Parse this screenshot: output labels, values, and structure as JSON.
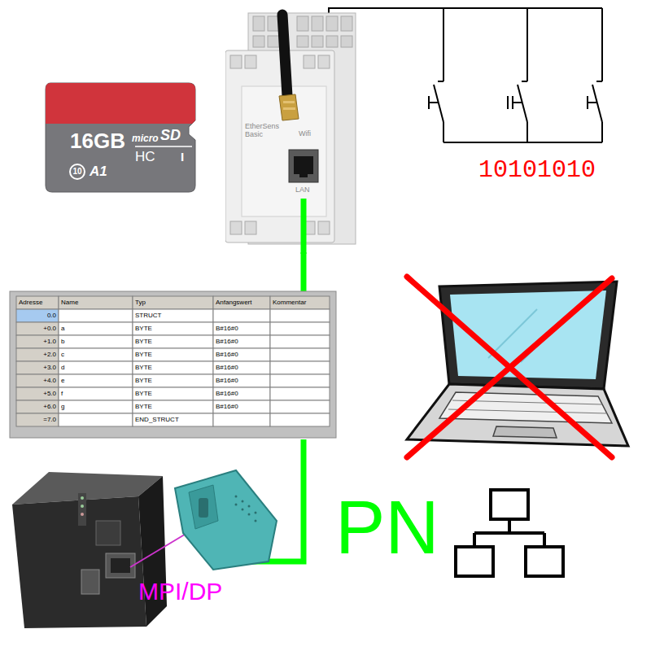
{
  "diagram": {
    "nodes": [
      {
        "text": [
          "EtherSens Basic",
          "Wifi",
          "LAN"
        ]
      }
    ],
    "labels": [
      "16GB",
      "micro",
      "SD",
      "HC",
      "I",
      "10",
      "A1",
      "10101010",
      "Adresse",
      "Name",
      "Typ",
      "Anfangswert",
      "Kommentar",
      "0.0",
      "STRUCT",
      "+0.0",
      "a",
      "BYTE",
      "B#16#0",
      "+1.0",
      "b",
      "BYTE",
      "B#16#0",
      "+2.0",
      "c",
      "BYTE",
      "B#16#0",
      "+3.0",
      "d",
      "BYTE",
      "B#16#0",
      "+4.0",
      "e",
      "BYTE",
      "B#16#0",
      "+5.0",
      "f",
      "BYTE",
      "B#16#0",
      "+6.0",
      "g",
      "BYTE",
      "B#16#0",
      "=7.0",
      "END_STRUCT",
      "MPI/DP",
      "PN"
    ]
  }
}
